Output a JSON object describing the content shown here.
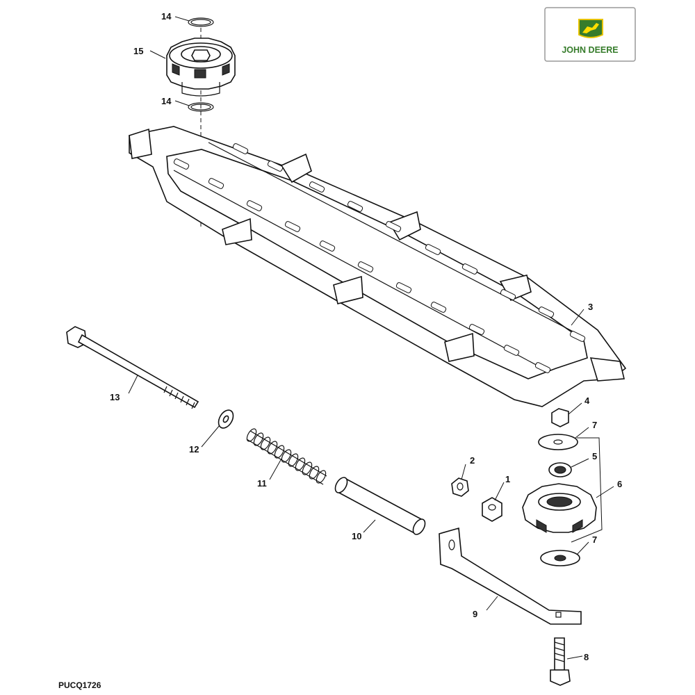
{
  "drawing_code": "PUCQ1726",
  "logo": {
    "text": "JOHN DEERE",
    "brand_green": "#367C2B",
    "brand_yellow": "#FFDE00"
  },
  "callouts": [
    {
      "id": "c1",
      "text": "1"
    },
    {
      "id": "c2",
      "text": "2"
    },
    {
      "id": "c3",
      "text": "3"
    },
    {
      "id": "c4",
      "text": "4"
    },
    {
      "id": "c5",
      "text": "5"
    },
    {
      "id": "c6",
      "text": "6"
    },
    {
      "id": "c7a",
      "text": "7"
    },
    {
      "id": "c7b",
      "text": "7"
    },
    {
      "id": "c8",
      "text": "8"
    },
    {
      "id": "c9",
      "text": "9"
    },
    {
      "id": "c10",
      "text": "10"
    },
    {
      "id": "c11",
      "text": "11"
    },
    {
      "id": "c12",
      "text": "12"
    },
    {
      "id": "c13",
      "text": "13"
    },
    {
      "id": "c14a",
      "text": "14"
    },
    {
      "id": "c14b",
      "text": "14"
    },
    {
      "id": "c15",
      "text": "15"
    }
  ],
  "parts": {
    "p1": "square-nut-icon",
    "p2": "hex-nut-icon",
    "p3": "drive-chain-icon",
    "p4": "hex-nut-icon",
    "p5": "bearing-icon",
    "p6": "idler-sprocket-icon",
    "p7": "washer-icon",
    "p8": "bolt-icon",
    "p9": "tensioner-arm-icon",
    "p10": "spacer-tube-icon",
    "p11": "compression-spring-icon",
    "p12": "washer-icon",
    "p13": "long-bolt-icon",
    "p14": "snap-ring-icon",
    "p15": "drive-sprocket-icon"
  }
}
